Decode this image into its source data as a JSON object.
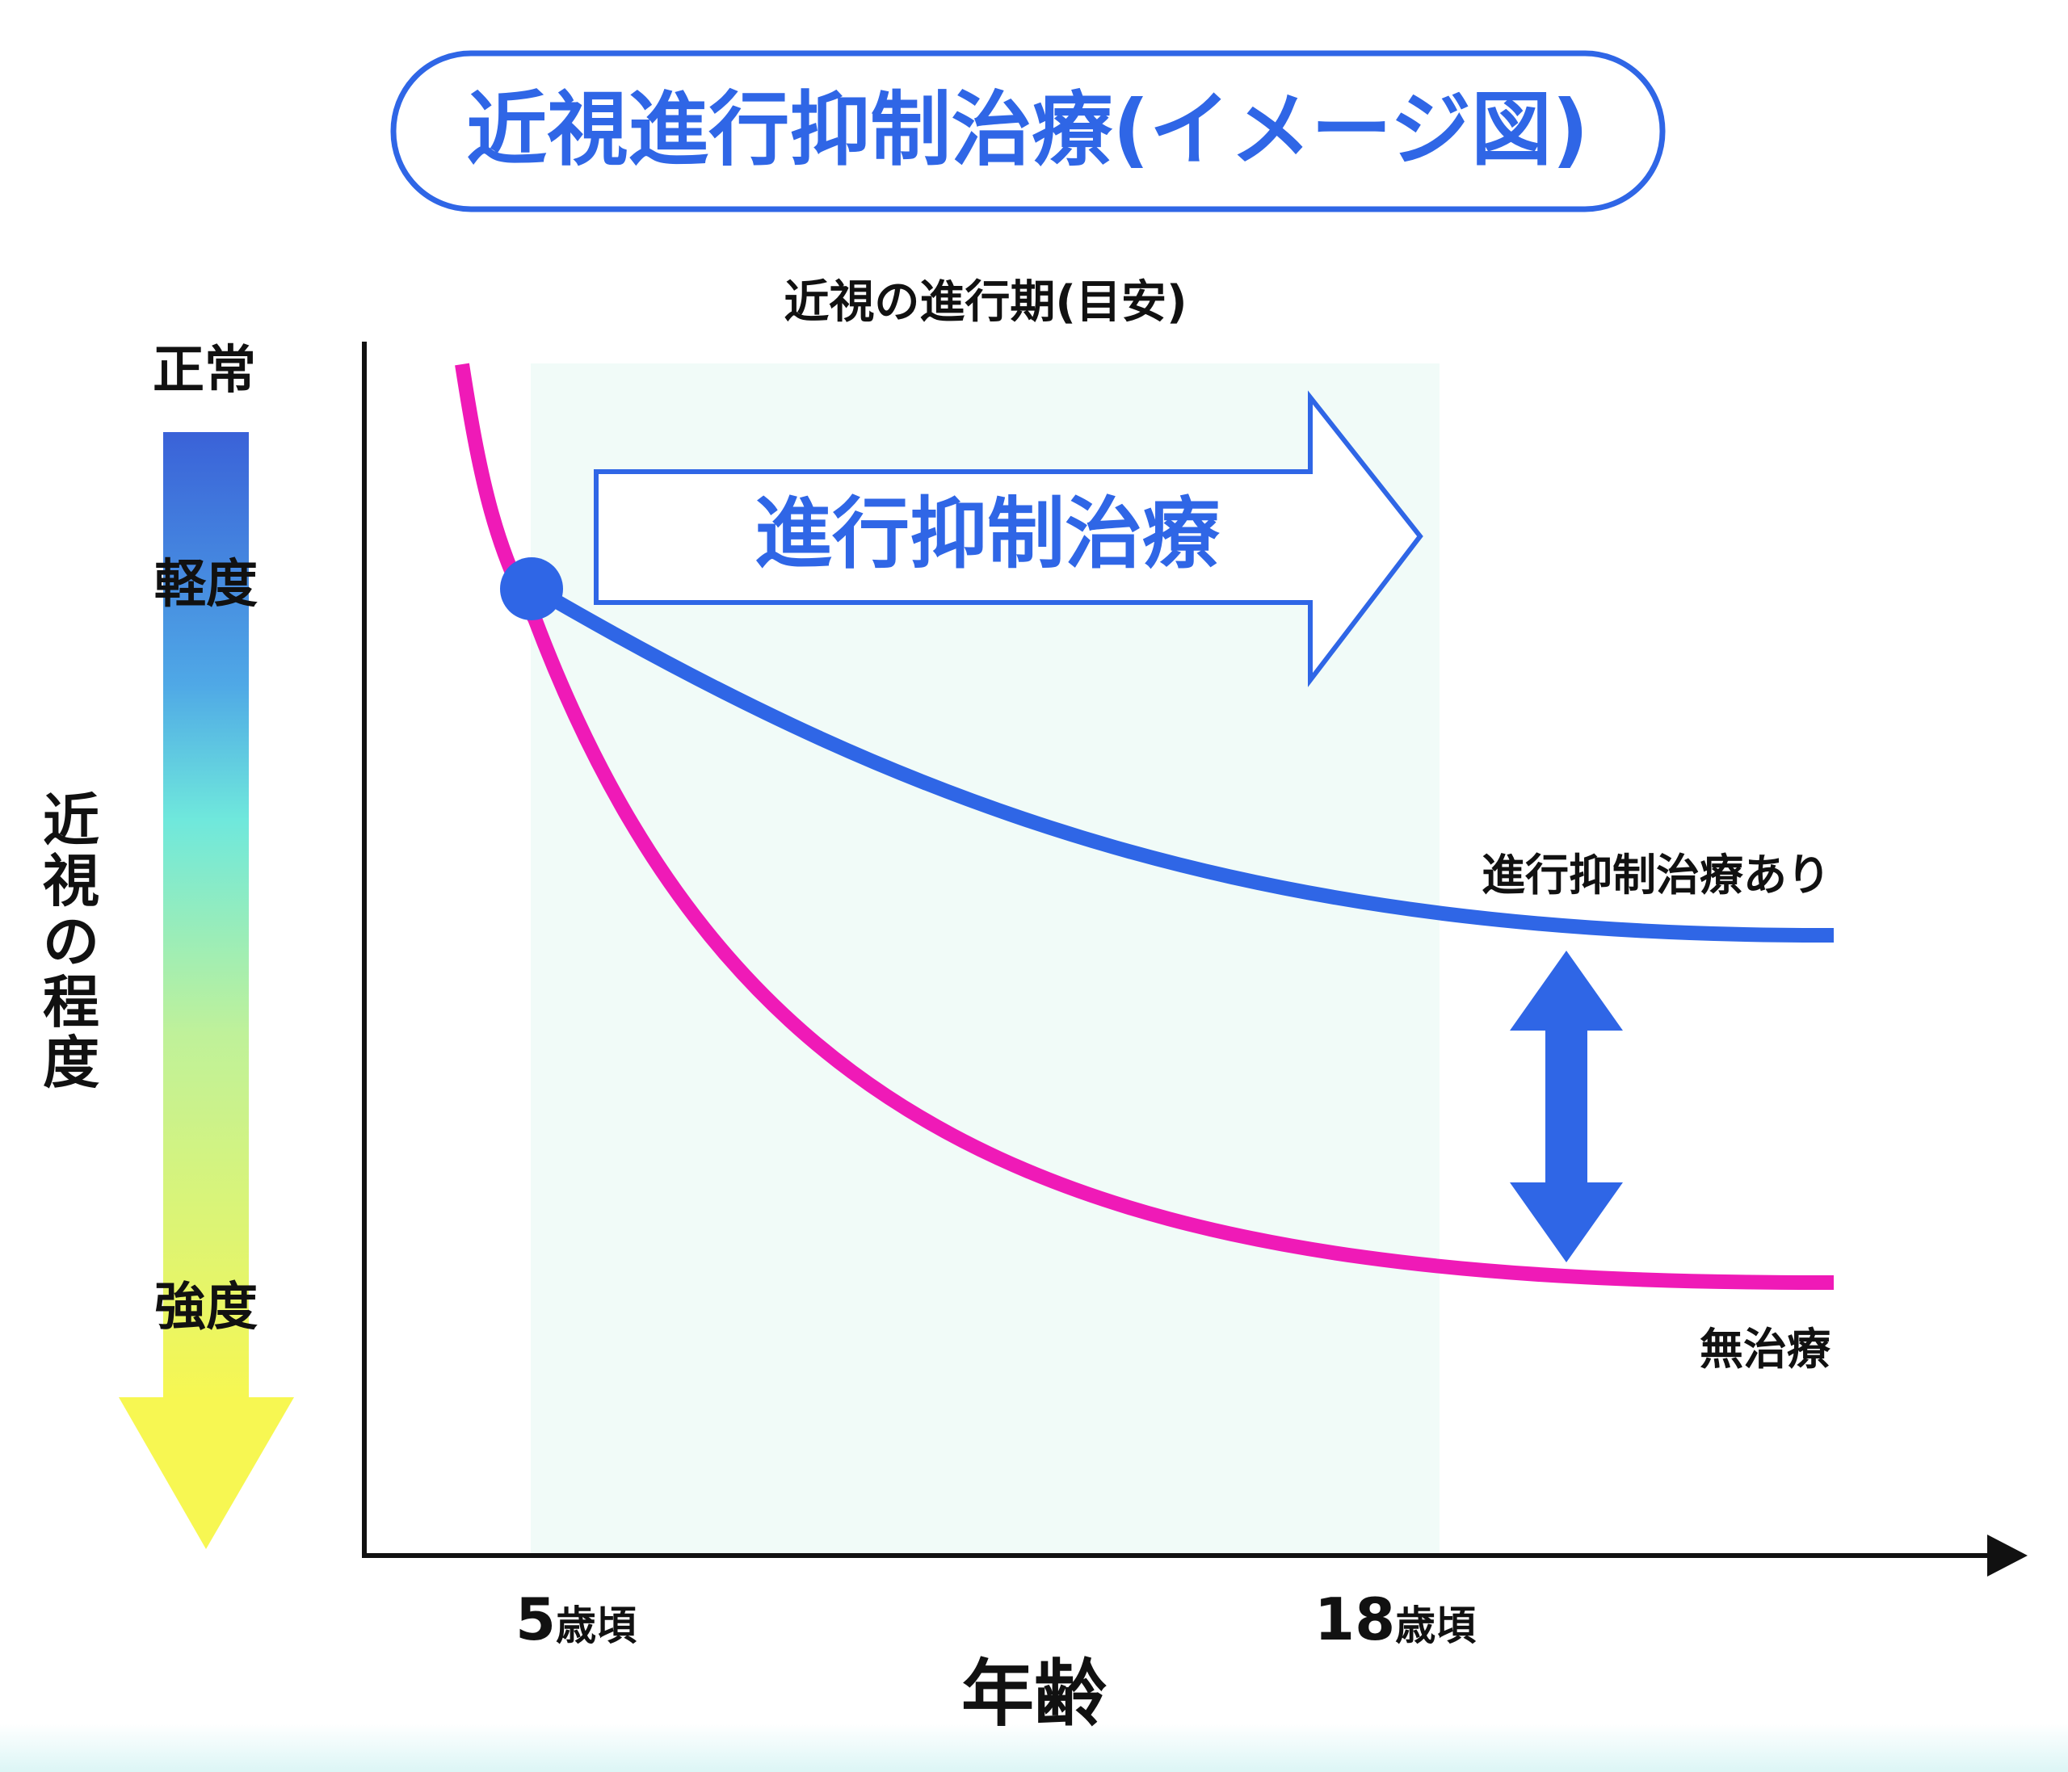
{
  "title": "近視進行抑制治療(イメージ図)",
  "progression_period_label": "近視の進行期(目安)",
  "treatment_arrow_label": "進行抑制治療",
  "severity_scale": {
    "axis_label": "近視の程度",
    "levels": [
      "正常",
      "軽度",
      "強度"
    ]
  },
  "x_axis": {
    "label": "年齢",
    "ticks": [
      {
        "number": "5",
        "unit": "歳頃"
      },
      {
        "number": "18",
        "unit": "歳頃"
      }
    ]
  },
  "curves": {
    "with_treatment": "進行抑制治療あり",
    "without_treatment": "無治療"
  },
  "colors": {
    "title_blue": "#2f66e6",
    "treated_curve": "#2f66e6",
    "untreated_curve": "#ef1ab7",
    "period_band": "#f1fbf8",
    "axis": "#111111",
    "scale_top": "#3a62d8",
    "scale_mid": "#6fe8dc",
    "scale_bottom": "#f7f752"
  }
}
